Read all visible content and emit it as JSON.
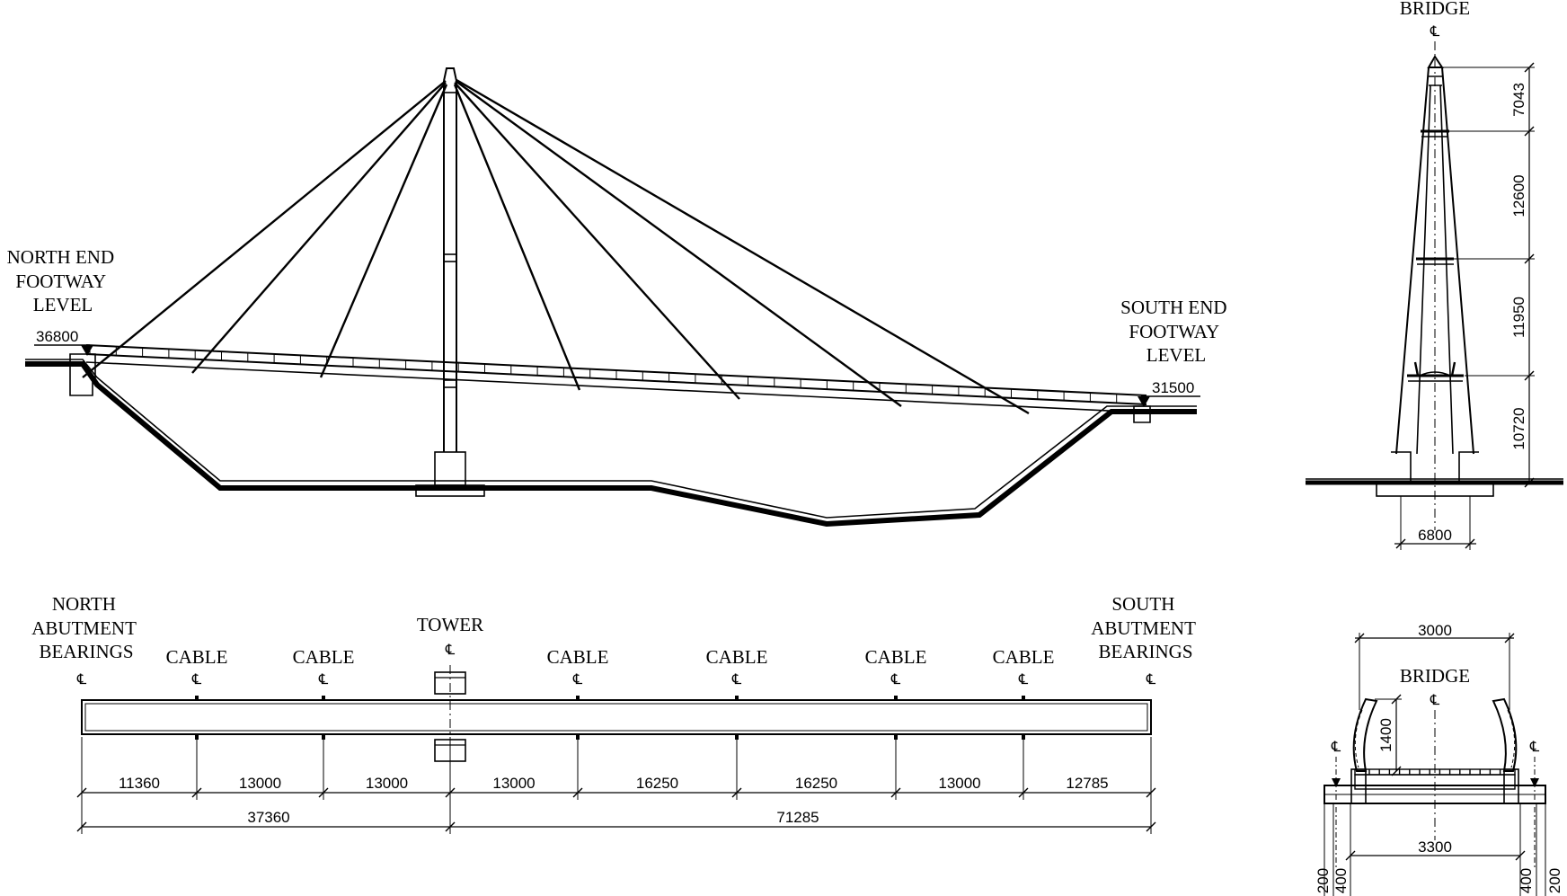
{
  "elevation": {
    "north_label": [
      "NORTH END",
      "FOOTWAY",
      "LEVEL"
    ],
    "north_level": "36800",
    "south_label": [
      "SOUTH END",
      "FOOTWAY",
      "LEVEL"
    ],
    "south_level": "31500"
  },
  "tower_elevation": {
    "title": "BRIDGE",
    "centerline": "℄",
    "heights": [
      "7043",
      "12600",
      "11950",
      "10720"
    ],
    "base_width": "6800"
  },
  "plan": {
    "north_label": [
      "NORTH",
      "ABUTMENT",
      "BEARINGS"
    ],
    "south_label": [
      "SOUTH",
      "ABUTMENT",
      "BEARINGS"
    ],
    "tower_label": "TOWER",
    "cable_label": "CABLE",
    "centerline": "℄",
    "spans": [
      "11360",
      "13000",
      "13000",
      "13000",
      "16250",
      "16250",
      "13000",
      "12785"
    ],
    "totals": [
      "37360",
      "71285"
    ]
  },
  "section": {
    "title": "BRIDGE",
    "centerline": "℄",
    "top_width": "3000",
    "height": "1400",
    "bottom_width": "3300",
    "edge_dims": [
      "200",
      "400",
      "400",
      "200"
    ]
  }
}
